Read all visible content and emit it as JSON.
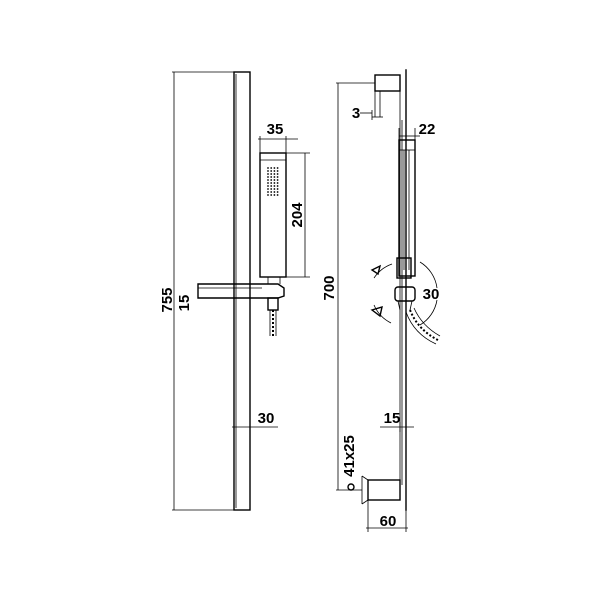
{
  "dimensions": {
    "overall_height": "755",
    "holder_offset": "15",
    "handset_width": "35",
    "handset_length": "204",
    "bar_width": "30",
    "wall_gap": "3",
    "bar_center": "700",
    "handset_depth": "22",
    "holder_rotation": "30",
    "bar_depth": "15",
    "bracket_size": "41x25",
    "bracket_projection": "60"
  }
}
